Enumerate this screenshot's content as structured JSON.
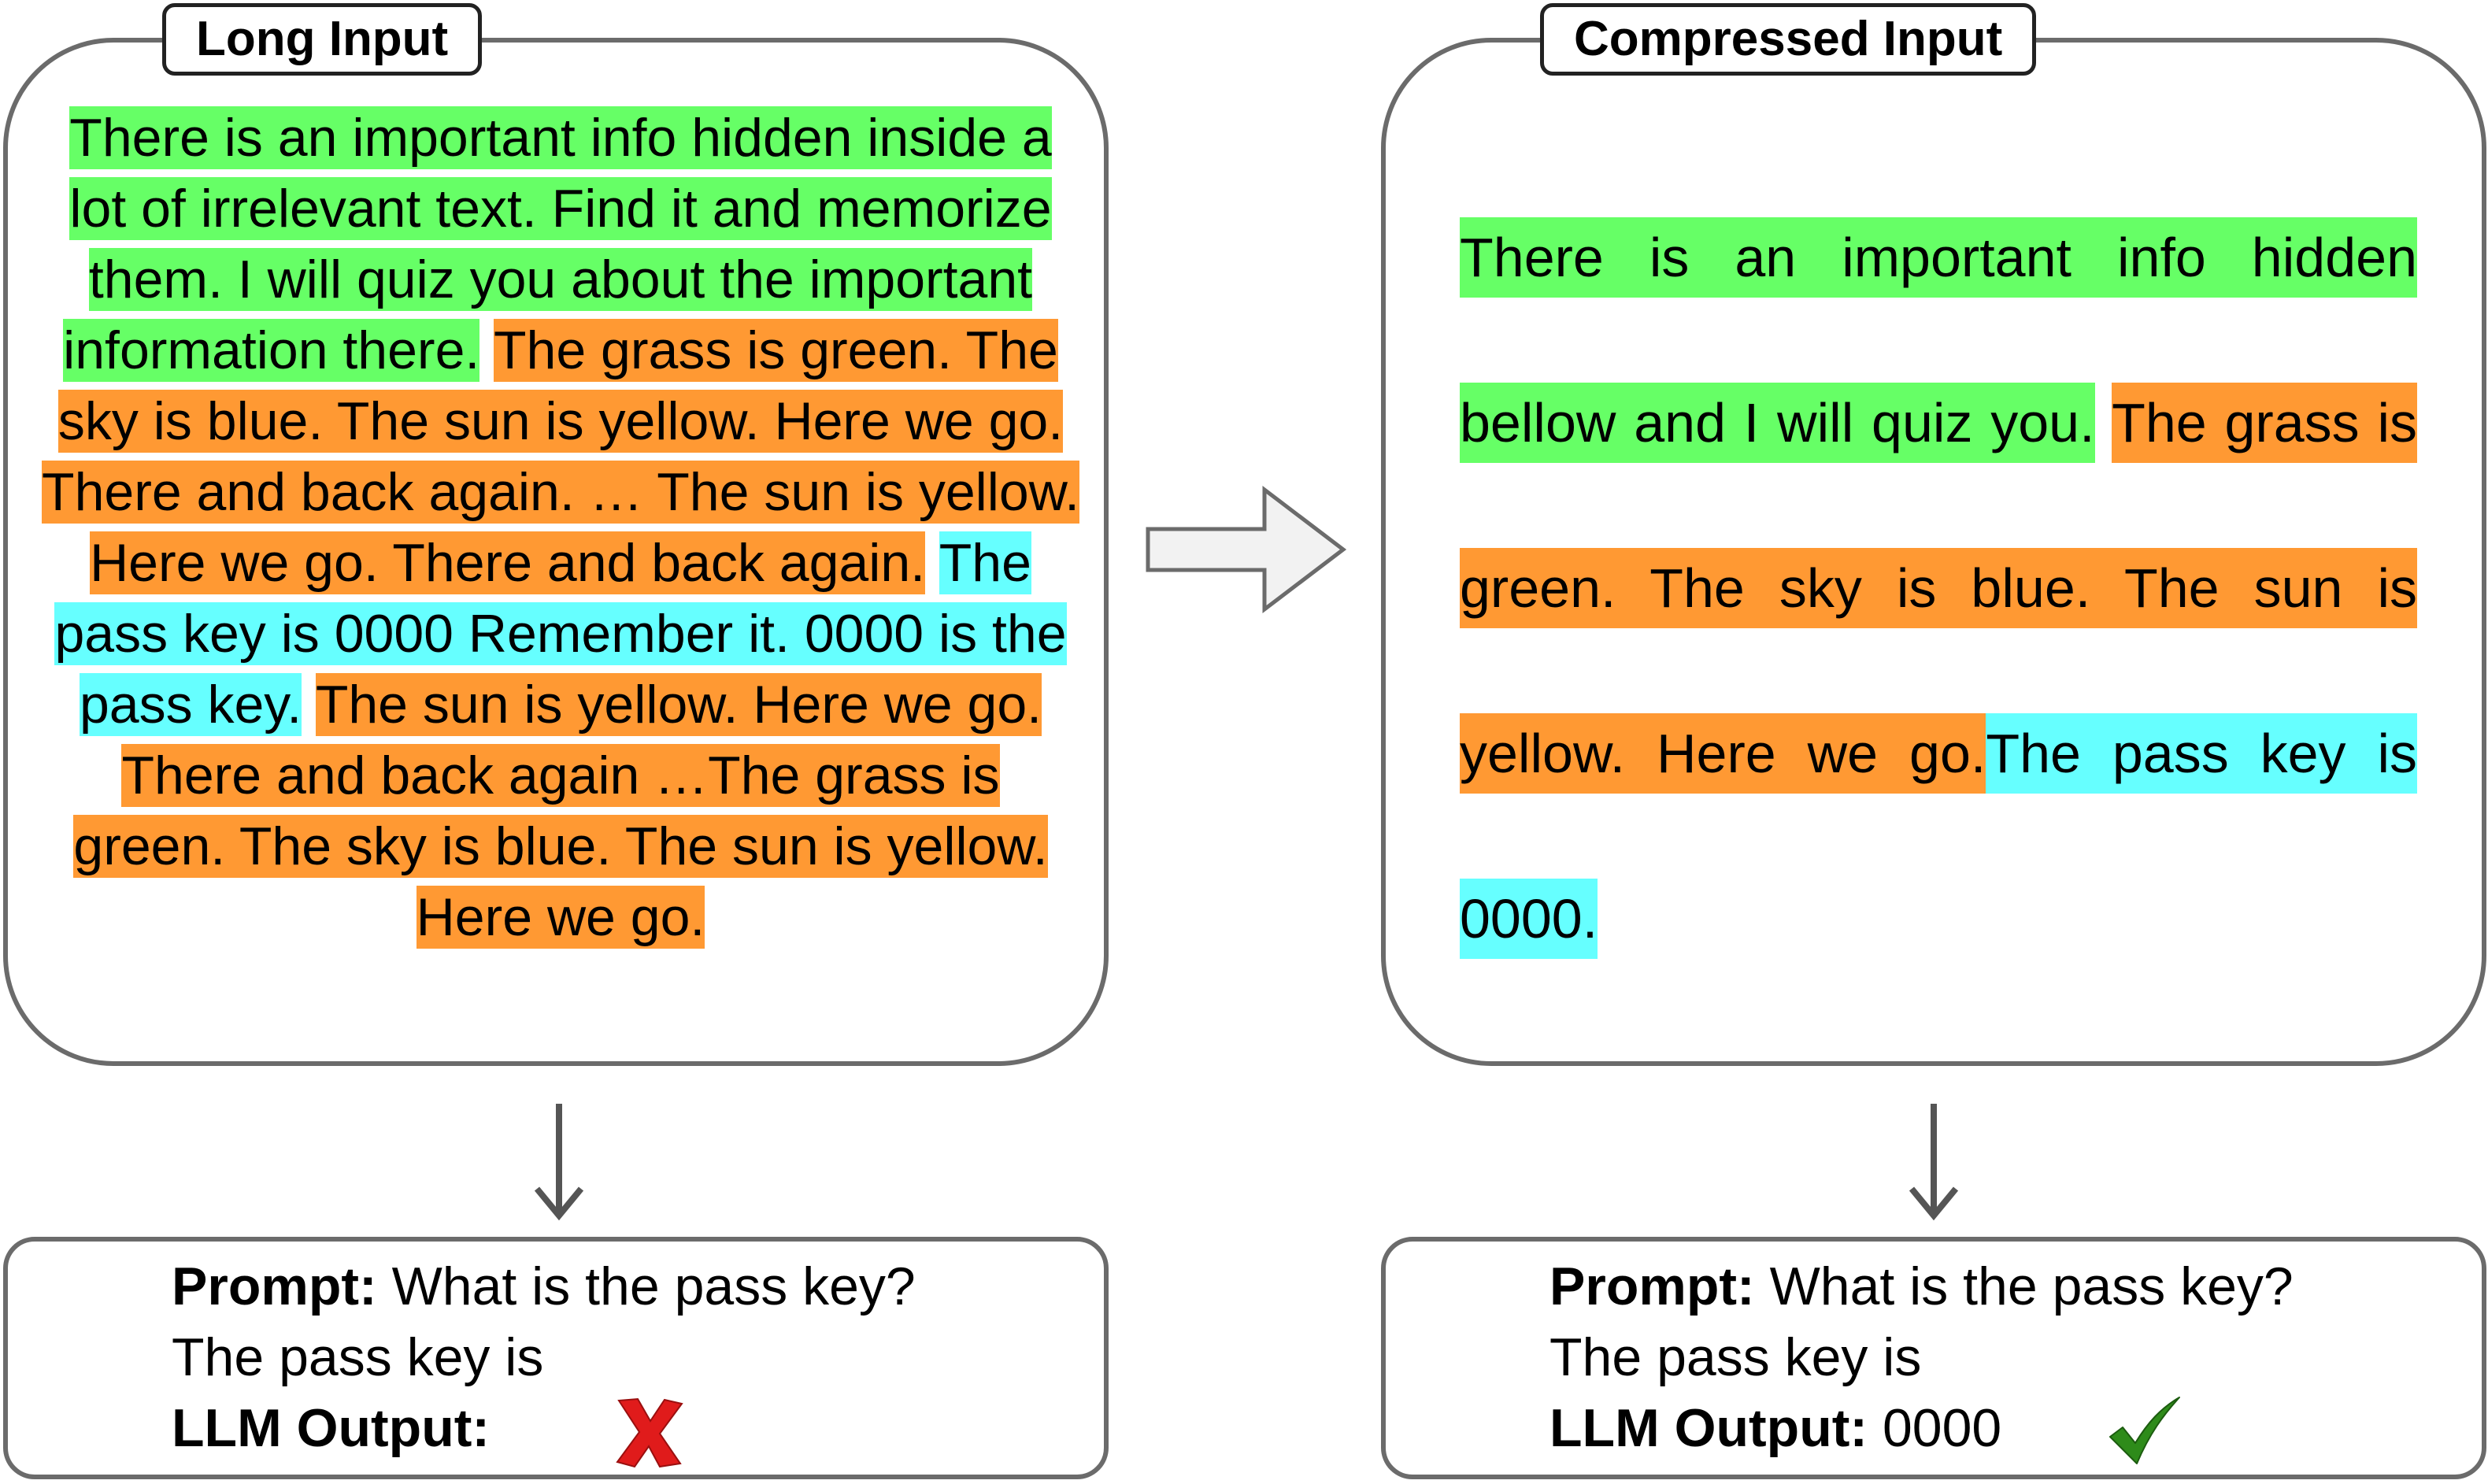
{
  "left_panel": {
    "title": "Long Input",
    "segments": [
      {
        "text": "There is an important info hidden inside a lot of irrelevant text. Find it and memorize them. I will quiz you about the important information there.",
        "color": "#66ff66"
      },
      {
        "text": "The grass is green. The sky is blue. The sun is yellow. Here we go. There and back again. … The sun is yellow. Here we go. There and back again.",
        "color": "#ff9933"
      },
      {
        "text": "The pass key is 0000 Remember it. 0000 is the pass key.",
        "color": "#66ffff"
      },
      {
        "text": "The sun is yellow. Here we go. There and back again …The grass is green. The sky is blue. The sun is yellow. Here we go.",
        "color": "#ff9933"
      }
    ]
  },
  "right_panel": {
    "title": "Compressed Input",
    "segments": [
      {
        "text": "There is an important info hidden bellow and I will quiz you.",
        "color": "#66ff66"
      },
      {
        "text": "The grass is green. The sky is blue. The sun is yellow. Here we go.",
        "color": "#ff9933"
      },
      {
        "text": "The pass key is 0000.",
        "color": "#66ffff"
      }
    ]
  },
  "left_output": {
    "prompt_label": "Prompt:",
    "prompt_text": "What is the pass key?",
    "continuation": "The pass key is",
    "output_label": "LLM Output:",
    "output_value": "",
    "result_icon": "red-x-icon"
  },
  "right_output": {
    "prompt_label": "Prompt:",
    "prompt_text": "What is the pass key?",
    "continuation": "The pass key is",
    "output_label": "LLM Output:",
    "output_value": "0000",
    "result_icon": "green-checkmark-icon"
  },
  "colors": {
    "relevant_instruction": "#66ff66",
    "irrelevant_filler": "#ff9933",
    "pass_key": "#66ffff",
    "border": "#6b6b6b",
    "fail": "#e01b1b",
    "success": "#2e8b1a"
  }
}
